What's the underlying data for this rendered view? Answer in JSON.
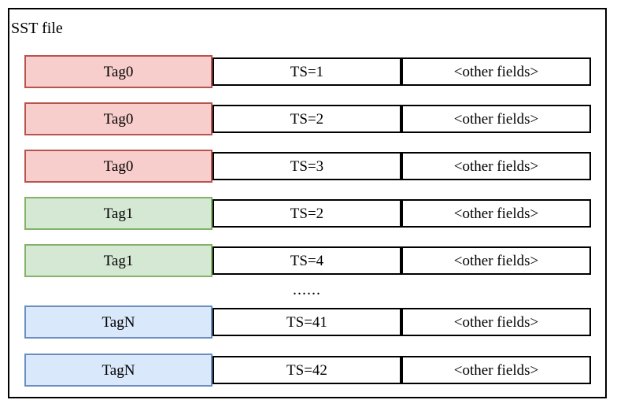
{
  "title": "SST file",
  "ellipsis": "......",
  "colors": {
    "red_fill": "#f8cecc",
    "red_stroke": "#b85450",
    "green_fill": "#d5e8d4",
    "green_stroke": "#82b366",
    "blue_fill": "#dae8fc",
    "blue_stroke": "#6c8ebf",
    "cell_border": "#000000"
  },
  "rows": [
    {
      "tag": "Tag0",
      "ts": "TS=1",
      "other": "<other fields>",
      "color": "red"
    },
    {
      "tag": "Tag0",
      "ts": "TS=2",
      "other": "<other fields>",
      "color": "red"
    },
    {
      "tag": "Tag0",
      "ts": "TS=3",
      "other": "<other fields>",
      "color": "red"
    },
    {
      "tag": "Tag1",
      "ts": "TS=2",
      "other": "<other fields>",
      "color": "green"
    },
    {
      "tag": "Tag1",
      "ts": "TS=4",
      "other": "<other fields>",
      "color": "green"
    },
    {
      "tag": "TagN",
      "ts": "TS=41",
      "other": "<other fields>",
      "color": "blue"
    },
    {
      "tag": "TagN",
      "ts": "TS=42",
      "other": "<other fields>",
      "color": "blue"
    }
  ]
}
